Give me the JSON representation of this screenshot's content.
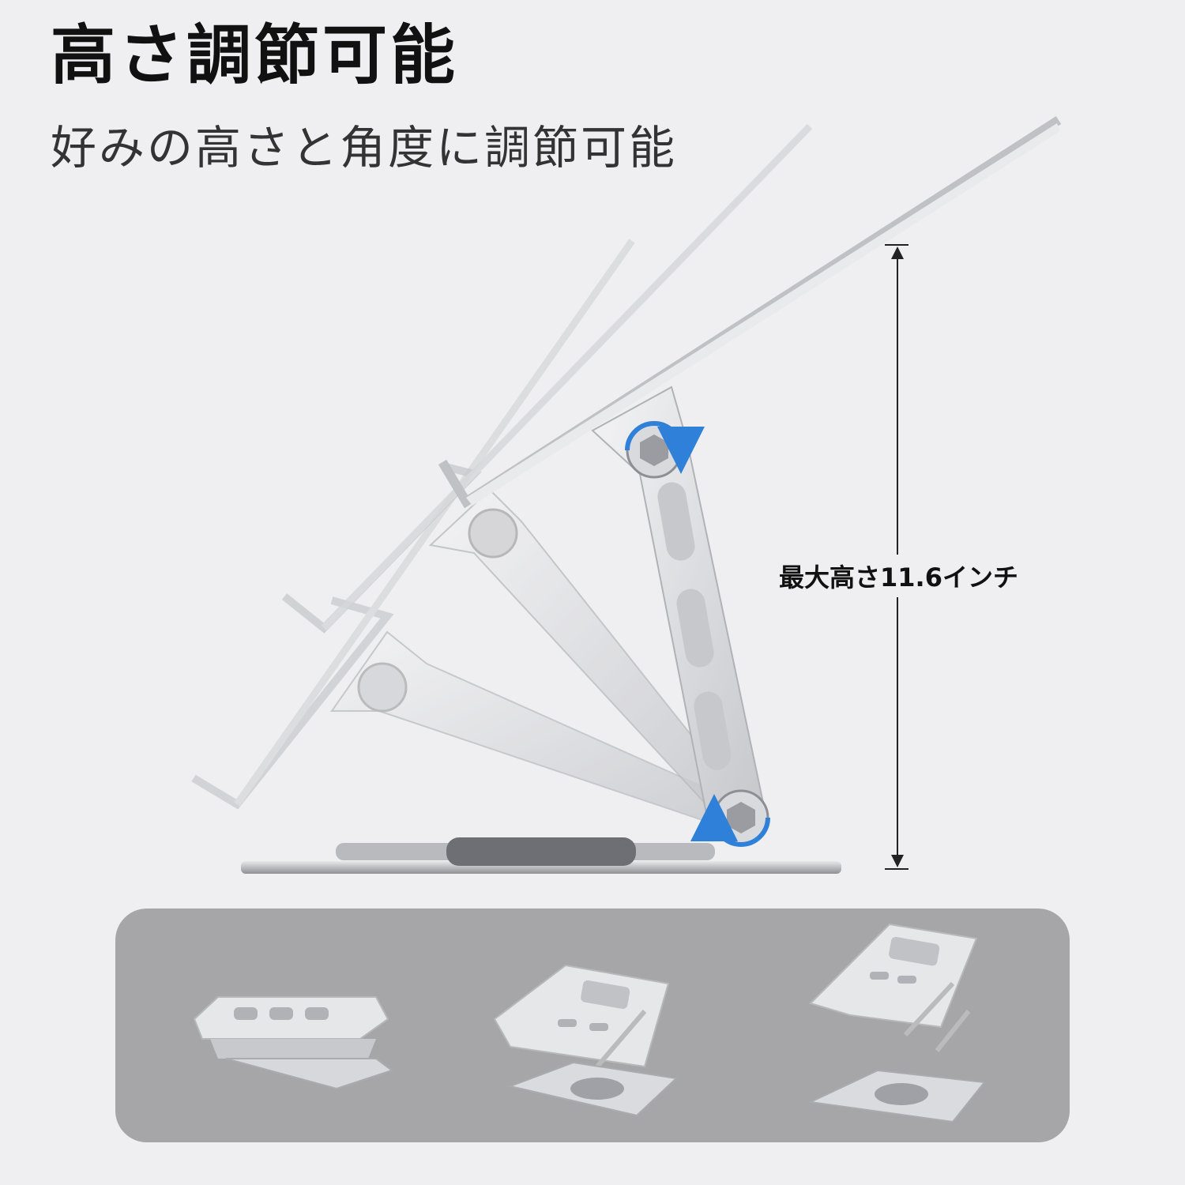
{
  "header": {
    "title": "高さ調節可能",
    "subtitle": "好みの高さと角度に調節可能"
  },
  "diagram": {
    "height_label": "最大高さ11.6インチ",
    "rotation_arrow_color": "#2f80d8"
  },
  "variants": [
    {
      "id": "folded"
    },
    {
      "id": "medium"
    },
    {
      "id": "raised"
    }
  ],
  "colors": {
    "background": "#efeff1",
    "panel": "#a6a6a8",
    "aluminum": "#d9dadd",
    "aluminum_dark": "#9fa1a6"
  }
}
